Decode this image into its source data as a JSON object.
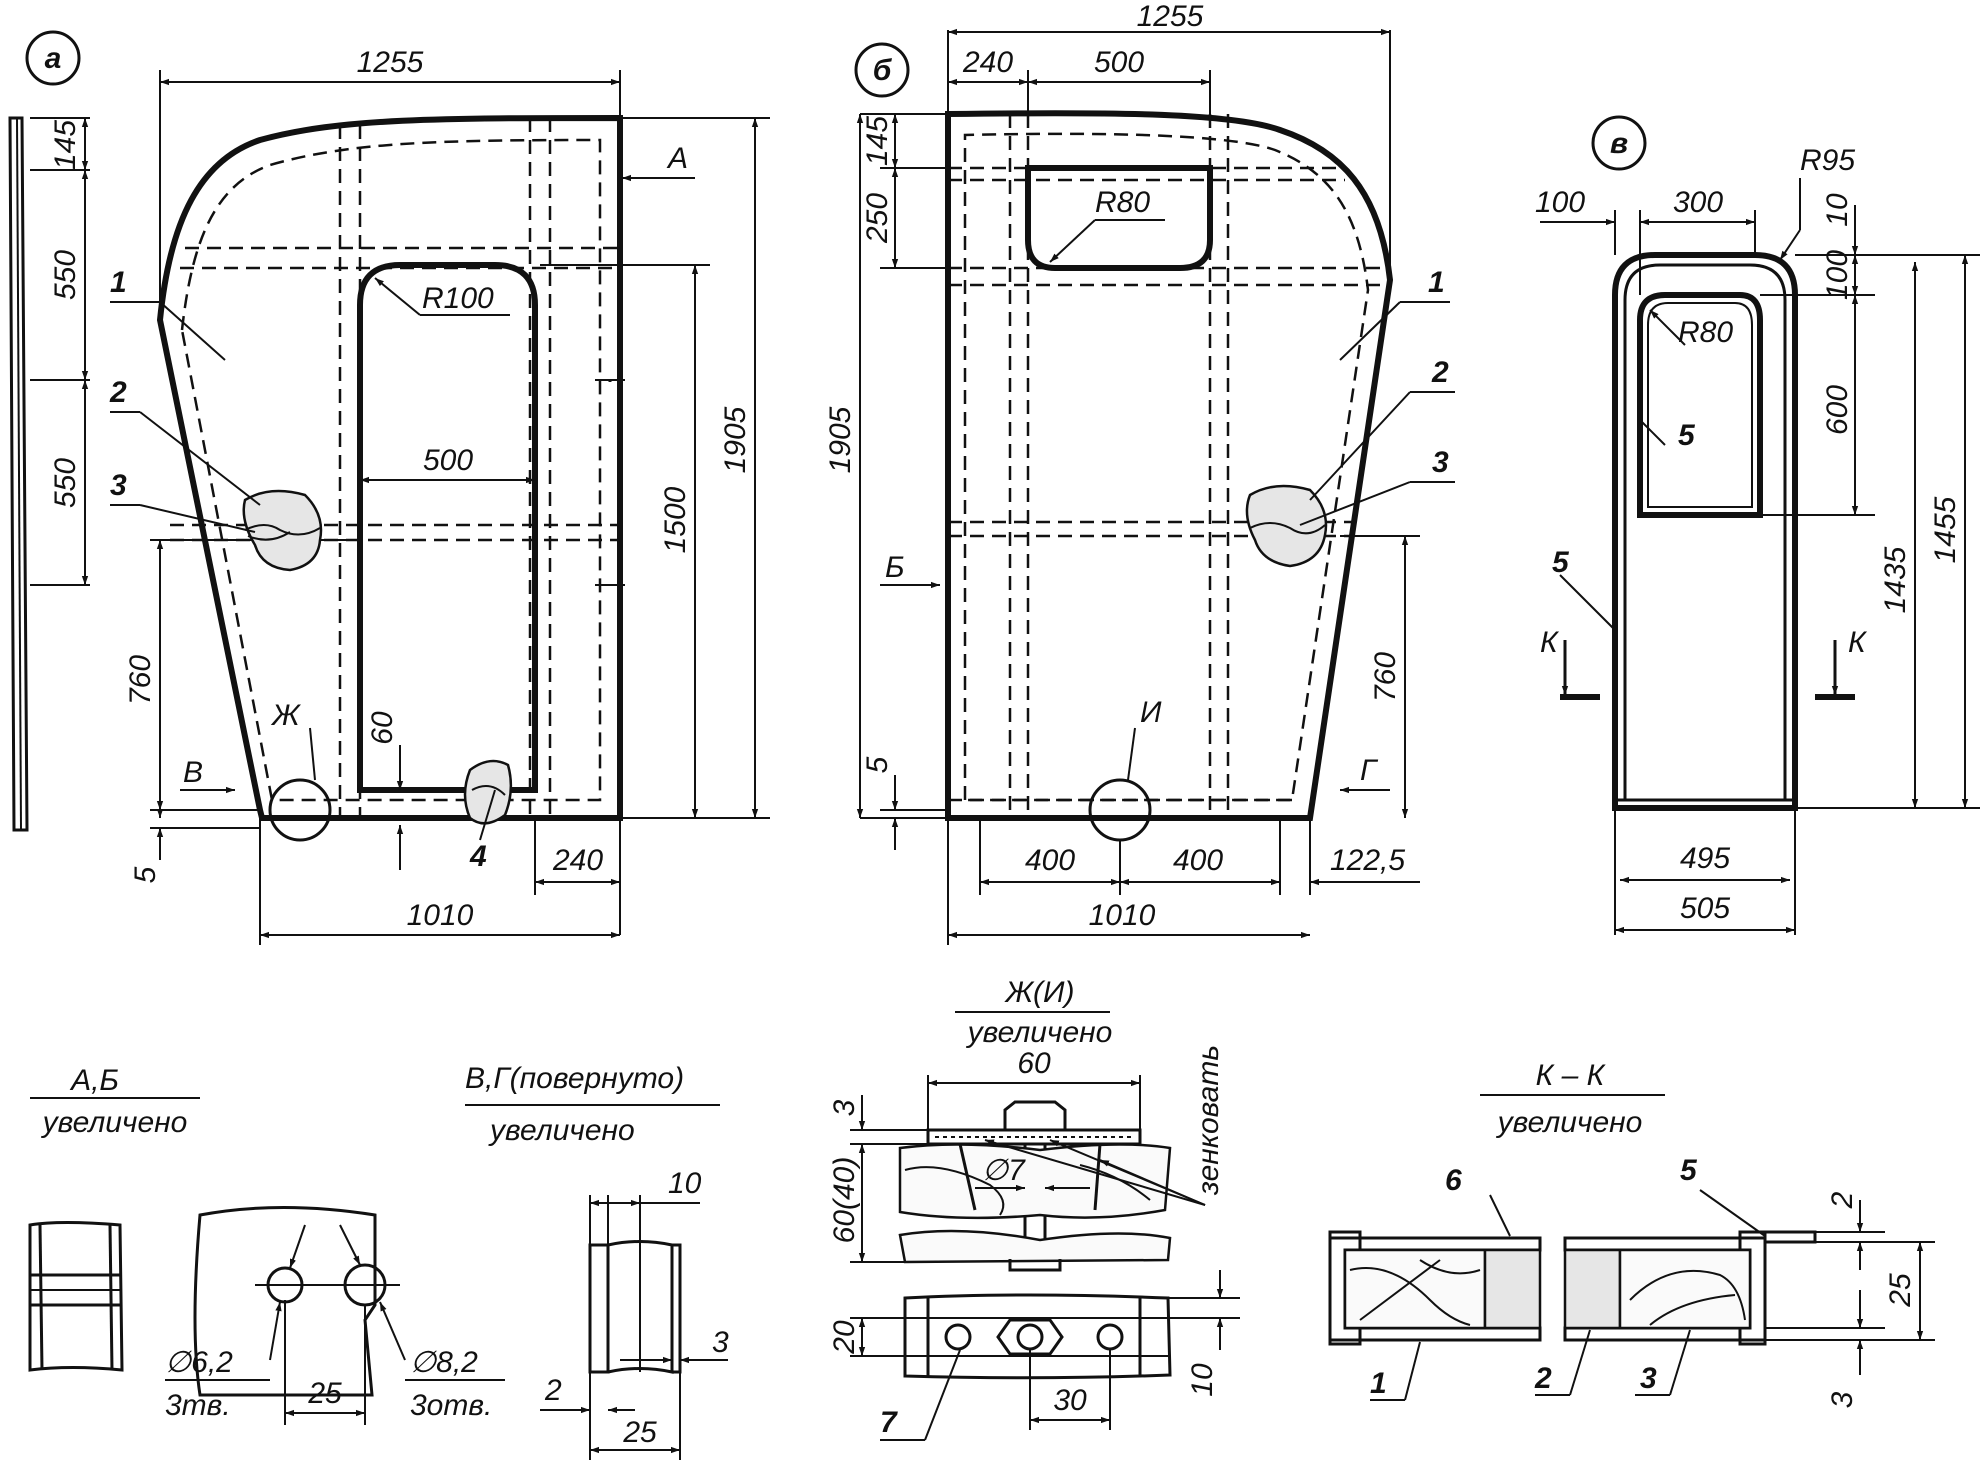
{
  "views": {
    "a": {
      "letter": "а",
      "dims": [
        "1255",
        "145",
        "550",
        "550",
        "1905",
        "1500",
        "500",
        "760",
        "60",
        "5",
        "240",
        "1010"
      ],
      "radius": "R100",
      "section_marks": [
        "А",
        "В",
        "Ж"
      ],
      "callouts": [
        "1",
        "2",
        "3",
        "4"
      ]
    },
    "b": {
      "letter": "б",
      "dims": [
        "1255",
        "240",
        "500",
        "145",
        "250",
        "1905",
        "760",
        "5",
        "400",
        "400",
        "122,5",
        "1010"
      ],
      "radius": "R80",
      "section_marks": [
        "Б",
        "Г",
        "И"
      ],
      "callouts": [
        "1",
        "2",
        "3"
      ]
    },
    "v": {
      "letter": "в",
      "dims": [
        "R95",
        "100",
        "300",
        "10",
        "100",
        "600",
        "1435",
        "1455",
        "495",
        "505"
      ],
      "radius": "R80",
      "section_marks": [
        "К",
        "К"
      ],
      "callouts": [
        "5",
        "5"
      ]
    }
  },
  "details": {
    "ab": {
      "title": "А,Б",
      "subtitle": "увеличено",
      "hole1": "∅6,2",
      "hole1_count": "3тв.",
      "hole2": "∅8,2",
      "hole2_count": "3отв.",
      "spacing": "25"
    },
    "vg": {
      "title": "В,Г(повернуто)",
      "subtitle": "увеличено",
      "dims": [
        "10",
        "3",
        "2",
        "25"
      ]
    },
    "zhi": {
      "title": "Ж(И)",
      "subtitle": "увеличено",
      "note": "зенковать",
      "dims": [
        "60",
        "3",
        "60(40)",
        "∅7",
        "20",
        "10",
        "30"
      ],
      "callout": "7"
    },
    "kk": {
      "title": "К – К",
      "subtitle": "увеличено",
      "dims": [
        "2",
        "25",
        "3"
      ],
      "callouts": [
        "6",
        "5",
        "1",
        "2",
        "3"
      ]
    }
  }
}
